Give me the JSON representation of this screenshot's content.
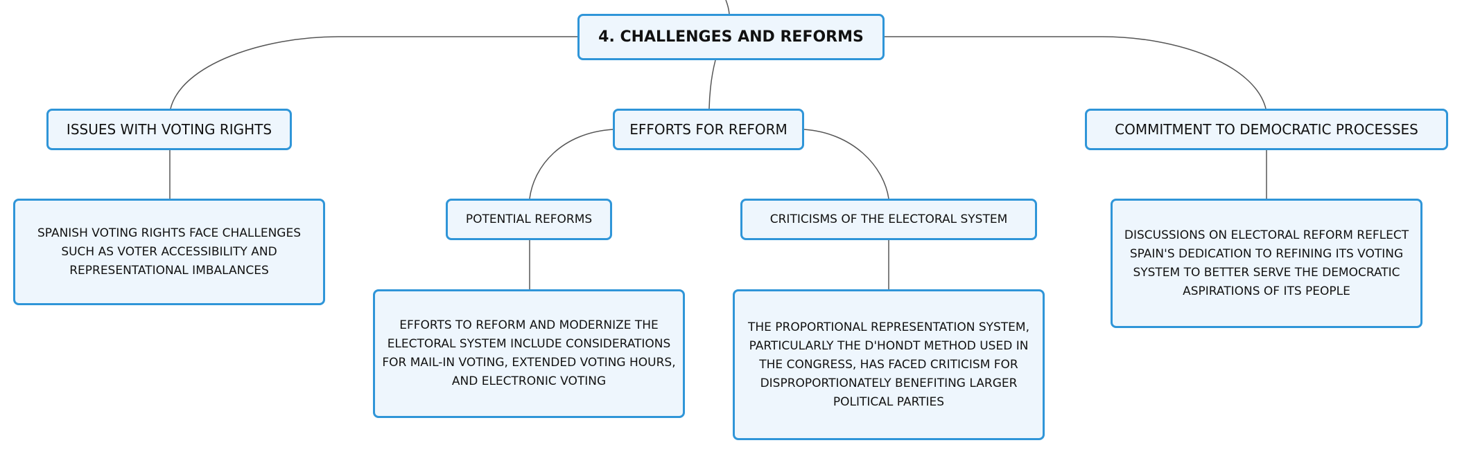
{
  "theme": {
    "node_fill": "#eef6fd",
    "node_border": "#2f95d8",
    "connector": "#555555",
    "text": "#111111"
  },
  "root": {
    "label": "4. CHALLENGES AND REFORMS"
  },
  "topics": [
    {
      "label": "ISSUES WITH VOTING RIGHTS",
      "detail": "SPANISH VOTING RIGHTS FACE CHALLENGES SUCH AS VOTER ACCESSIBILITY AND REPRESENTATIONAL IMBALANCES"
    },
    {
      "label": "EFFORTS FOR REFORM",
      "subtopics": [
        {
          "label": "POTENTIAL REFORMS",
          "detail": "EFFORTS TO REFORM AND MODERNIZE THE ELECTORAL SYSTEM INCLUDE CONSIDERATIONS FOR MAIL-IN VOTING, EXTENDED VOTING HOURS, AND ELECTRONIC VOTING"
        },
        {
          "label": "CRITICISMS OF THE ELECTORAL SYSTEM",
          "detail": "THE PROPORTIONAL REPRESENTATION SYSTEM, PARTICULARLY THE D'HONDT METHOD USED IN THE CONGRESS, HAS FACED CRITICISM FOR DISPROPORTIONATELY BENEFITING LARGER POLITICAL PARTIES"
        }
      ]
    },
    {
      "label": "COMMITMENT TO DEMOCRATIC PROCESSES",
      "detail": "DISCUSSIONS ON ELECTORAL REFORM REFLECT SPAIN'S DEDICATION TO REFINING ITS VOTING SYSTEM TO BETTER SERVE THE DEMOCRATIC ASPIRATIONS OF ITS PEOPLE"
    }
  ]
}
